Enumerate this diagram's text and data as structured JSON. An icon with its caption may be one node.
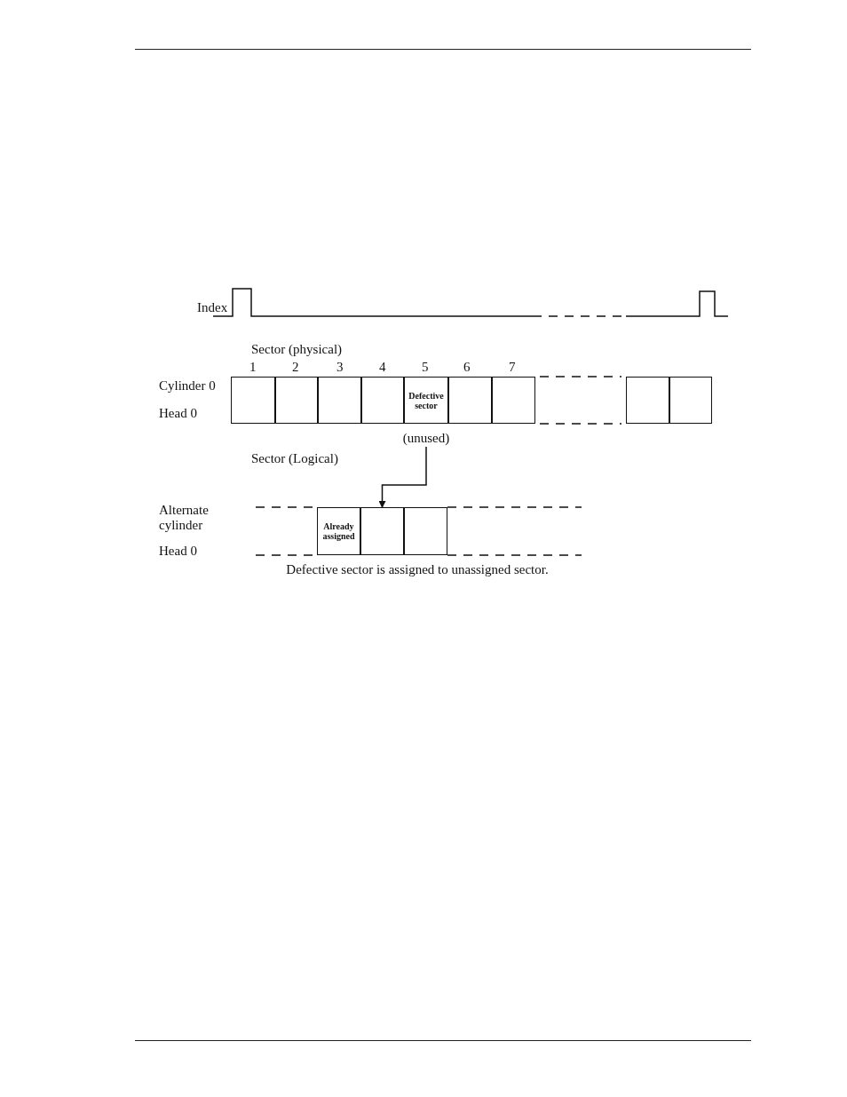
{
  "diagram": {
    "caption": "Defective sector is assigned to unassigned sector.",
    "nodes": [
      {
        "text": [],
        "shape": "box"
      },
      {
        "text": [],
        "shape": "box"
      },
      {
        "text": [],
        "shape": "box"
      },
      {
        "text": [],
        "shape": "box"
      },
      {
        "text": [
          "Defective sector"
        ]
      },
      {
        "text": [],
        "shape": "box"
      },
      {
        "text": [],
        "shape": "box"
      },
      {
        "text": [],
        "shape": "box"
      },
      {
        "text": [],
        "shape": "box"
      },
      {
        "text": [
          "(unused)"
        ]
      },
      {
        "text": [
          "Already assigned"
        ]
      },
      {
        "text": [],
        "shape": "box"
      },
      {
        "text": [],
        "shape": "box"
      }
    ],
    "edges": [
      {
        "from": 9,
        "to": 11,
        "arrow": "to"
      }
    ],
    "labels": [
      "Index",
      "Sector (physical)",
      "1",
      "2",
      "3",
      "4",
      "5",
      "6",
      "7",
      "Cylinder 0",
      "Head 0",
      "Sector (Logical)",
      "Alternate cylinder",
      "Head 0"
    ]
  }
}
